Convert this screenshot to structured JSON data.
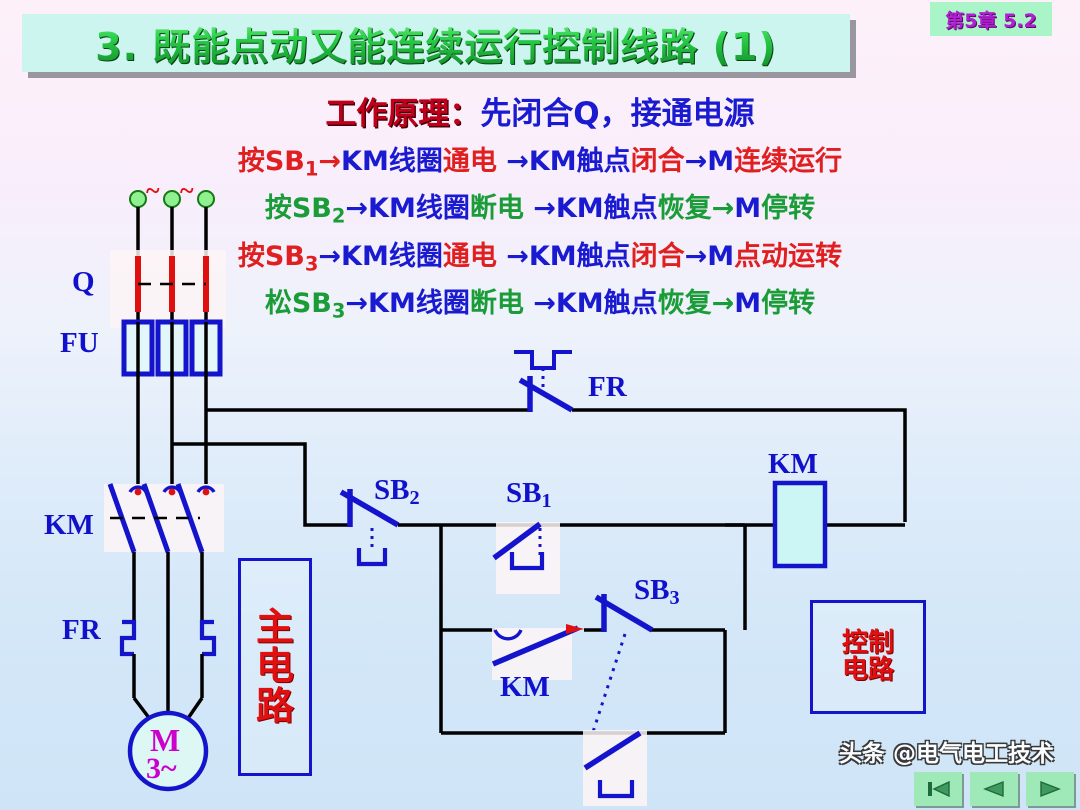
{
  "slide": {
    "title": "3. 既能点动又能连续运行控制线路 (1)",
    "chapter_badge": "第5章 5.2"
  },
  "principle": {
    "head_label": "工作原理：",
    "head_rest": "先闭合Q，接通电源",
    "steps": [
      {
        "a": "按SB",
        "a_sub": "1",
        "arrow1": "→",
        "b": "KM线圈",
        "c": "通电",
        "arrow2": "→",
        "d": "KM触点",
        "e": "闭合",
        "arrow3": "→",
        "f": "M",
        "g": "连续运行",
        "color_a": "red",
        "color_c": "red",
        "color_e": "red",
        "color_g": "red"
      },
      {
        "a": "按SB",
        "a_sub": "2",
        "arrow1": "→",
        "b": "KM线圈",
        "c": "断电",
        "arrow2": "→",
        "d": "KM触点",
        "e": "恢复",
        "arrow3": "→",
        "f": "M",
        "g": "停转",
        "color_a": "grn",
        "color_c": "grn",
        "color_e": "grn",
        "color_g": "grn"
      },
      {
        "a": "按SB",
        "a_sub": "3",
        "arrow1": "→",
        "b": "KM线圈",
        "c": "通电",
        "arrow2": "→",
        "d": "KM触点",
        "e": "闭合",
        "arrow3": "→",
        "f": "M",
        "g": "点动运转",
        "color_a": "red",
        "color_c": "red",
        "color_e": "red",
        "color_g": "red"
      },
      {
        "a": "松SB",
        "a_sub": "3",
        "arrow1": "→",
        "b": "KM线圈",
        "c": "断电",
        "arrow2": "→",
        "d": "KM触点",
        "e": "恢复",
        "arrow3": "→",
        "f": "M",
        "g": "停转",
        "color_a": "grn",
        "color_c": "grn",
        "color_e": "grn",
        "color_g": "grn"
      }
    ]
  },
  "diagram": {
    "supply_marks": [
      "~",
      "~"
    ],
    "labels": {
      "disconnect": "Q",
      "fuse": "FU",
      "contactor_main": "KM",
      "overload_heater": "FR",
      "motor_m": "M",
      "motor_phase": "3~",
      "thermal_contact": "FR",
      "stop_button": "SB",
      "stop_button_sub": "2",
      "start_button": "SB",
      "start_button_sub": "1",
      "jog_button": "SB",
      "jog_button_sub": "3",
      "seal_contact": "KM",
      "coil": "KM"
    },
    "main_circuit_box": [
      "主",
      "电",
      "路"
    ],
    "control_circuit_box": [
      "控制",
      "电路"
    ],
    "colors": {
      "wire": "#000000",
      "device": "#1414cc",
      "live_segment": "#e01010",
      "terminal_dot": "#7ae07a",
      "coil_fill": "#ccf5f5",
      "motor_fill": "#d8f7f5",
      "label_blue": "#1111cc",
      "label_red": "#e01010",
      "motor_letter": "#cc00cc"
    }
  },
  "footer": {
    "watermark": "头条 @电气电工技术",
    "nav_buttons": [
      "first-slide",
      "previous-slide",
      "next-slide"
    ]
  }
}
